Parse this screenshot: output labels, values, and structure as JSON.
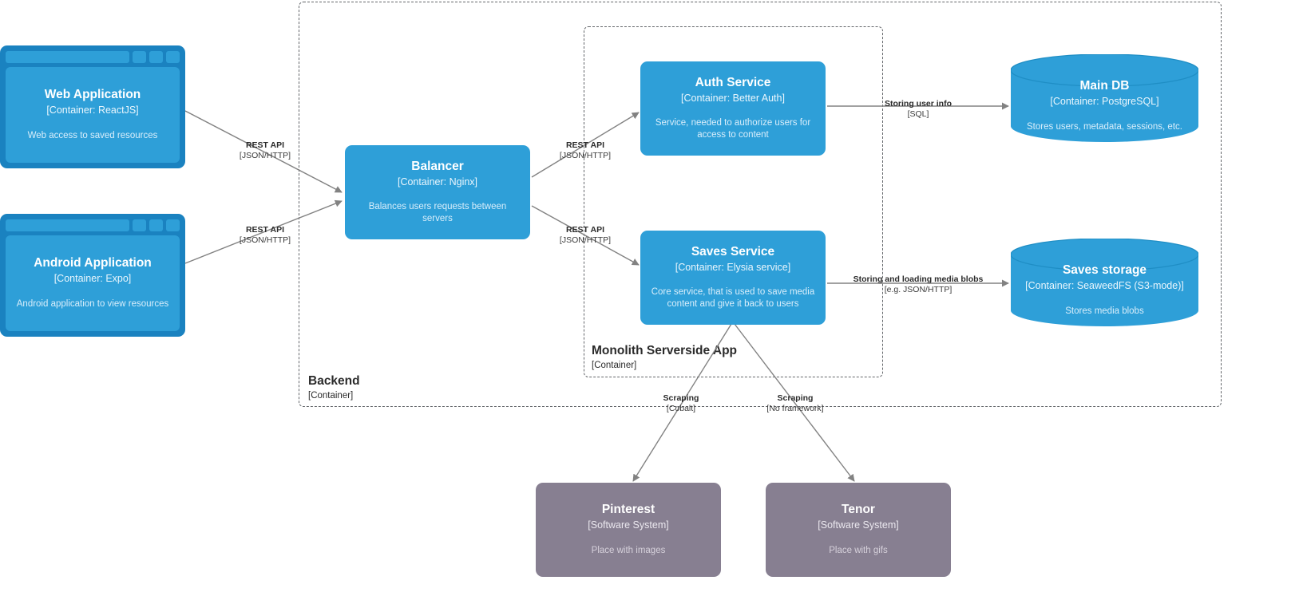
{
  "diagram": {
    "kind": "C4 Container Diagram",
    "colors": {
      "container_fill": "#2e9fd8",
      "container_frame": "#1a82c0",
      "external_fill": "#877f91",
      "boundary_stroke": "#63666a",
      "edge_stroke": "#828282",
      "background": "#ffffff",
      "label_text": "#2b2b2b"
    }
  },
  "boundaries": [
    {
      "id": "backend",
      "name": "Backend",
      "type": "[Container]"
    },
    {
      "id": "monolith",
      "name": "Monolith Serverside App",
      "type": "[Container]"
    }
  ],
  "nodes": {
    "web_application": {
      "name": "Web Application",
      "type": "[Container: ReactJS]",
      "description": "Web access to saved resources",
      "shape": "browser-window"
    },
    "android_application": {
      "name": "Android Application",
      "type": "[Container: Expo]",
      "description": "Android application to view resources",
      "shape": "browser-window"
    },
    "balancer": {
      "name": "Balancer",
      "type": "[Container: Nginx]",
      "description": "Balances users requests between servers",
      "shape": "rounded-rect"
    },
    "auth_service": {
      "name": "Auth Service",
      "type": "[Container: Better Auth]",
      "description": "Service, needed to authorize users for access to content",
      "shape": "rounded-rect"
    },
    "saves_service": {
      "name": "Saves Service",
      "type": "[Container: Elysia service]",
      "description": "Core service, that is used to save media content and give it back to users",
      "shape": "rounded-rect"
    },
    "main_db": {
      "name": "Main DB",
      "type": "[Container: PostgreSQL]",
      "description": "Stores users, metadata, sessions, etc.",
      "shape": "cylinder"
    },
    "saves_storage": {
      "name": "Saves storage",
      "type": "[Container: SeaweedFS (S3-mode)]",
      "description": "Stores media blobs",
      "shape": "cylinder"
    },
    "pinterest": {
      "name": "Pinterest",
      "type": "[Software System]",
      "description": "Place with images",
      "shape": "rounded-rect"
    },
    "tenor": {
      "name": "Tenor",
      "type": "[Software System]",
      "description": "Place with gifs",
      "shape": "rounded-rect"
    }
  },
  "edges": [
    {
      "id": "web-to-balancer",
      "from": "web_application",
      "to": "balancer",
      "name": "REST API",
      "tech": "[JSON/HTTP]"
    },
    {
      "id": "android-to-balancer",
      "from": "android_application",
      "to": "balancer",
      "name": "REST API",
      "tech": "[JSON/HTTP]"
    },
    {
      "id": "balancer-to-auth",
      "from": "balancer",
      "to": "auth_service",
      "name": "REST API",
      "tech": "[JSON/HTTP]"
    },
    {
      "id": "balancer-to-saves",
      "from": "balancer",
      "to": "saves_service",
      "name": "REST API",
      "tech": "[JSON/HTTP]"
    },
    {
      "id": "auth-to-maindb",
      "from": "auth_service",
      "to": "main_db",
      "name": "Storing user info",
      "tech": "[SQL]"
    },
    {
      "id": "saves-to-storage",
      "from": "saves_service",
      "to": "saves_storage",
      "name": "Storing and loading media blobs",
      "tech": "[e.g. JSON/HTTP]"
    },
    {
      "id": "saves-to-pinterest",
      "from": "saves_service",
      "to": "pinterest",
      "name": "Scraping",
      "tech": "[Cobalt]"
    },
    {
      "id": "saves-to-tenor",
      "from": "saves_service",
      "to": "tenor",
      "name": "Scraping",
      "tech": "[No framework]"
    }
  ]
}
